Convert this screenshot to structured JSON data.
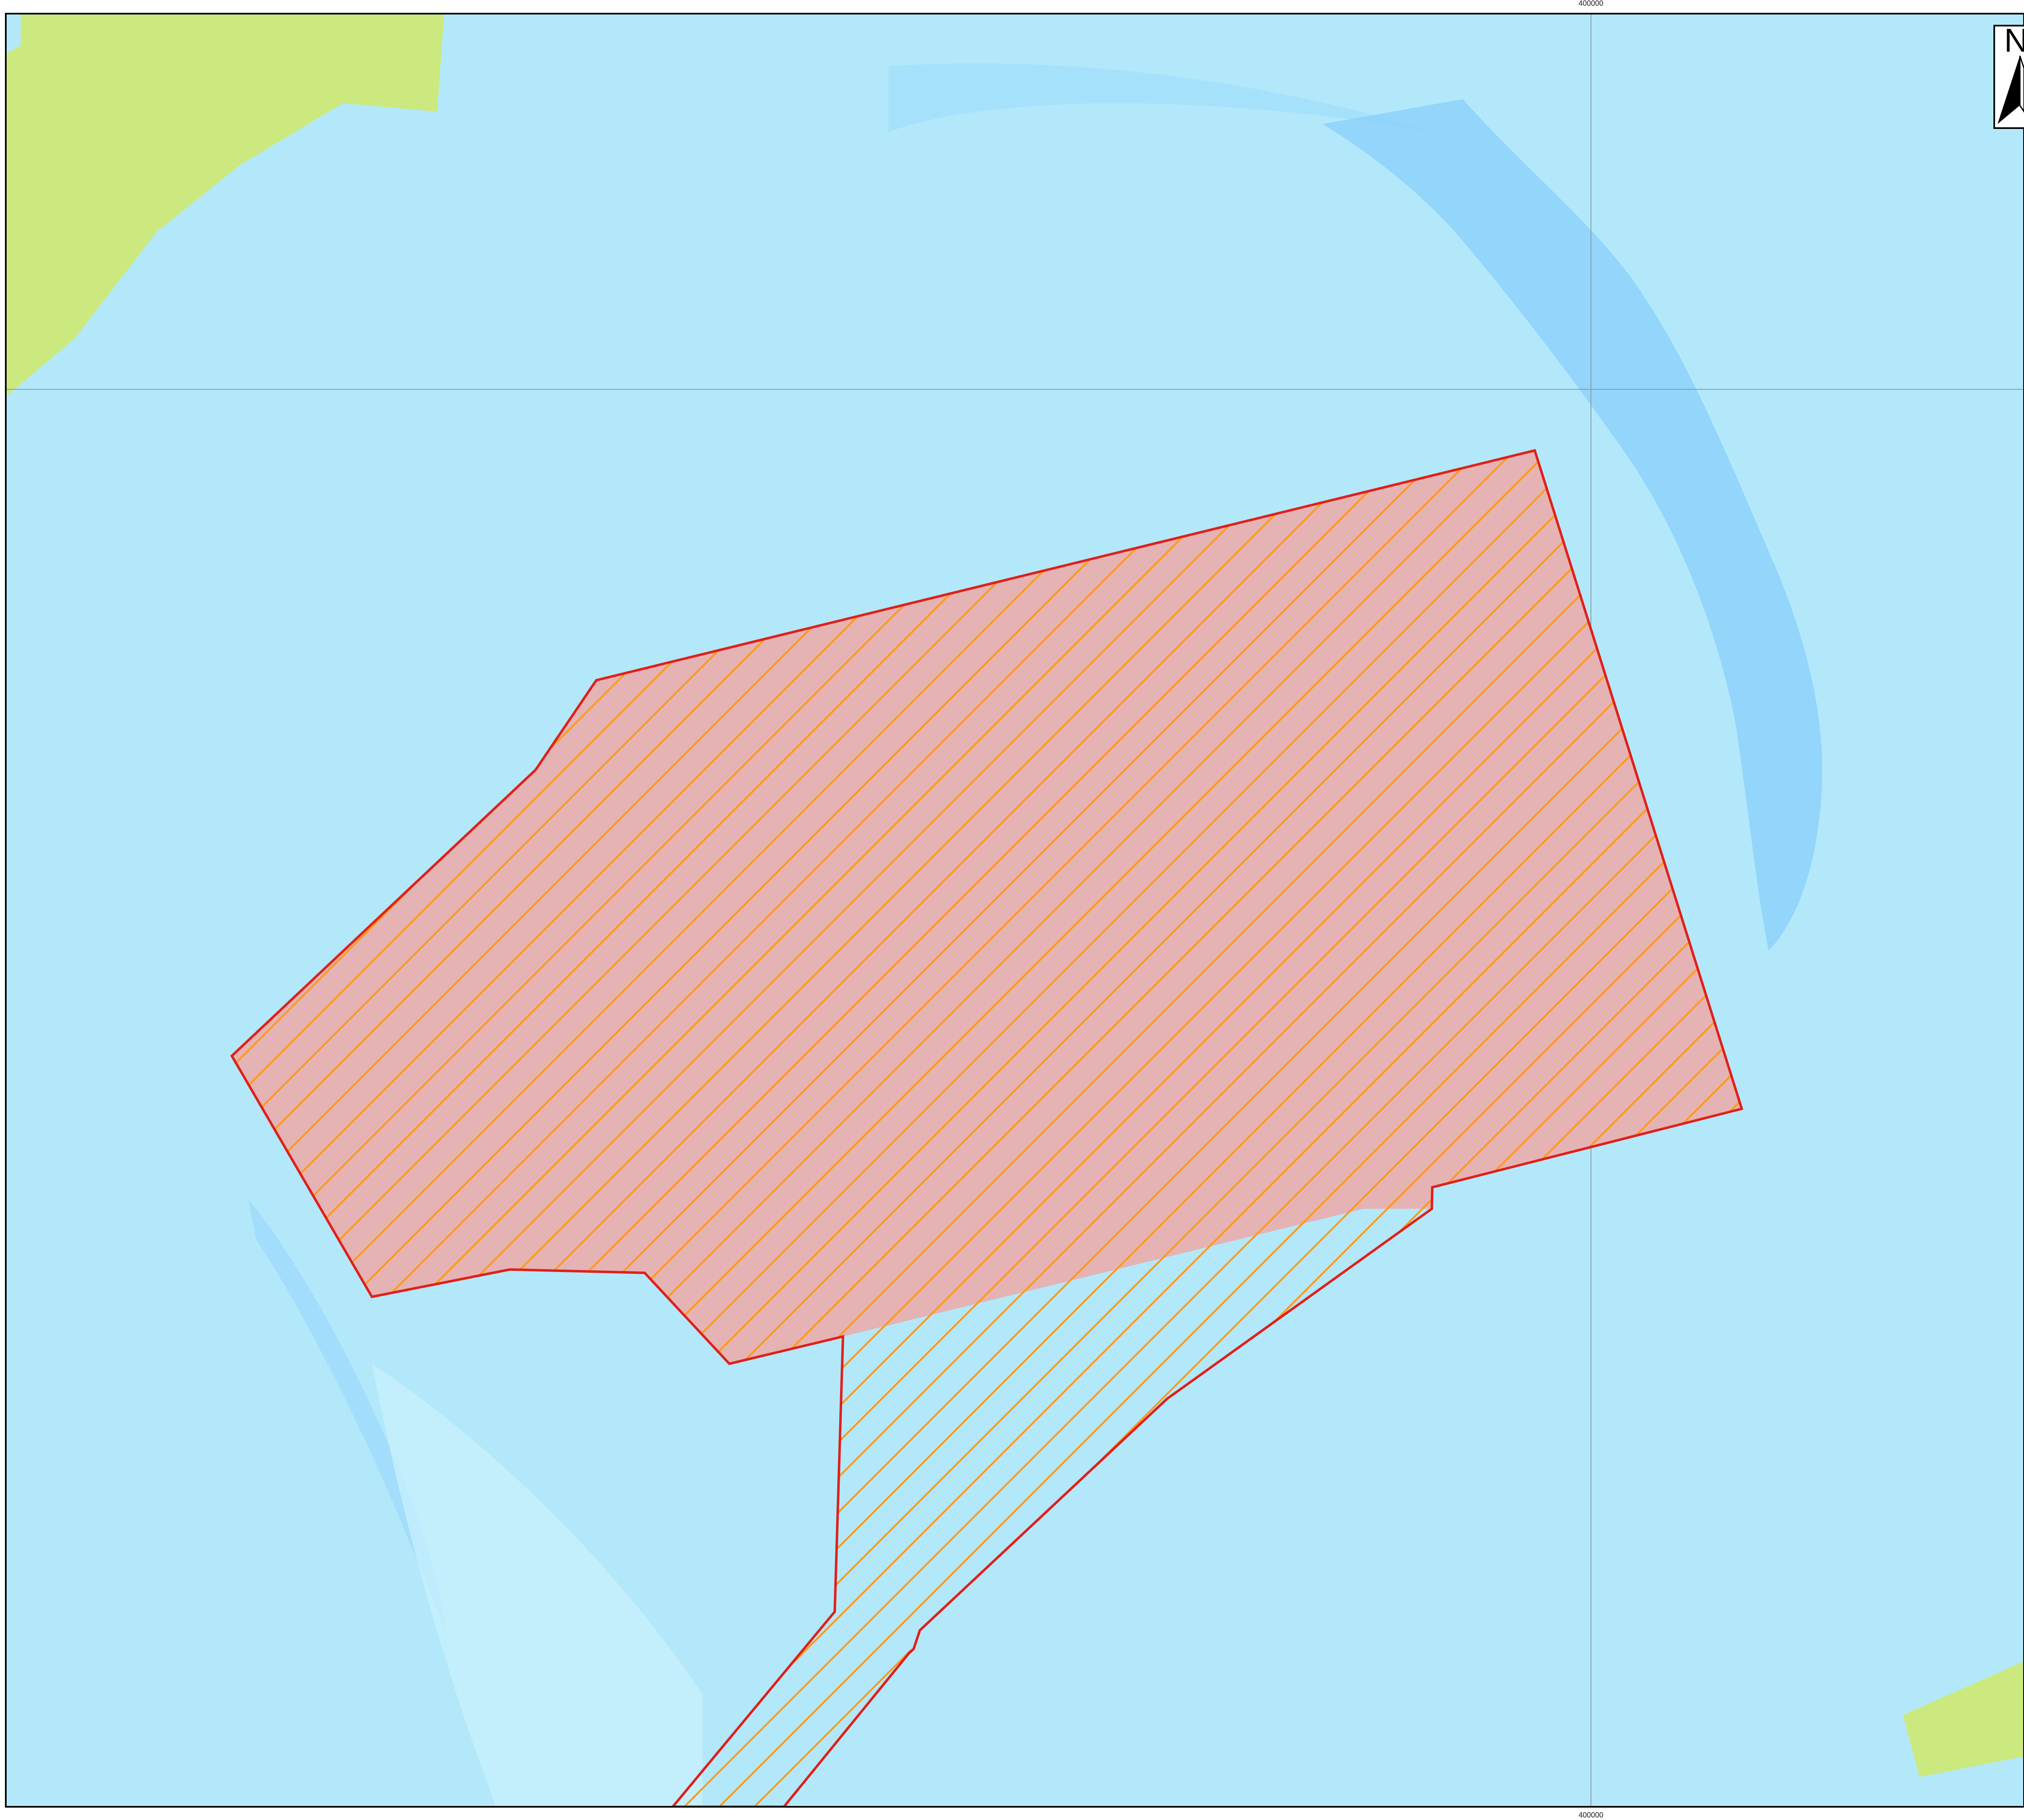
{
  "map": {
    "grid_labels": {
      "top_easting": "400000",
      "bottom_easting": "400000"
    },
    "north_arrow": {
      "letter": "N"
    },
    "colors": {
      "sea": "#b3e8fb",
      "deep_channel": "#8fd3fb",
      "land": "#cce97f",
      "site_fill": "#e5b3b3",
      "outline": "#e0201a",
      "hatch": "#ff9a18",
      "gridline": "#8a9aa6",
      "frame": "#000000"
    }
  }
}
